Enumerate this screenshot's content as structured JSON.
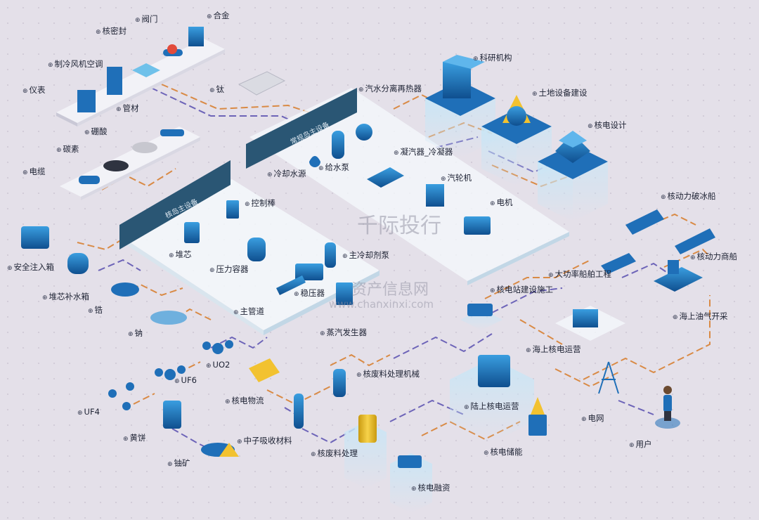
{
  "diagram": {
    "banners": {
      "core_equipment": "核岛主设备",
      "conventional_equipment": "常规岛主设备"
    },
    "labels": {
      "valve": "阀门",
      "alloy": "合金",
      "nuclear_seal": "核密封",
      "hvac_fan": "制冷风机空调",
      "instrument": "仪表",
      "pipe_material": "管材",
      "titanium": "钛",
      "boric_acid": "硼酸",
      "carbon": "碳素",
      "cable": "电缆",
      "steam_separator": "汽水分离再热器",
      "research_institute": "科研机构",
      "civil_construction": "土地设备建设",
      "nuclear_design": "核电设计",
      "condenser": "凝汽器_冷凝器",
      "cooling_water": "冷却水源",
      "feed_pump": "给水泵",
      "turbine": "汽轮机",
      "generator": "电机",
      "control_rod": "控制棒",
      "icebreaker": "核动力破冰船",
      "merchant_ship": "核动力商船",
      "reactor_core": "堆芯",
      "pressure_vessel": "压力容器",
      "main_coolant_pump": "主冷却剂泵",
      "large_ship": "大功率船舶工程",
      "safety_injection_tank": "安全注入箱",
      "core_makeup_tank": "堆芯补水箱",
      "pressurizer": "稳压器",
      "plant_construction": "核电站建设施工",
      "offshore_oil": "海上油气开采",
      "zirconium": "锆",
      "main_pipe": "主管道",
      "steam_generator": "蒸汽发生器",
      "offshore_operation": "海上核电运营",
      "sodium": "钠",
      "uo2": "UO2",
      "waste_machinery": "核废料处理机械",
      "uf6": "UF6",
      "logistics": "核电物流",
      "onshore_operation": "陆上核电运营",
      "uf4": "UF4",
      "grid": "电网",
      "yellowcake": "黄饼",
      "neutron_absorber": "中子吸收材料",
      "user": "用户",
      "uranium_ore": "铀矿",
      "waste_treatment": "核废料处理",
      "energy_storage": "核电储能",
      "finance": "核电融资"
    },
    "watermarks": {
      "brand": "千际投行",
      "site_cn": "资产信息网",
      "site_url": "www.chanxinxi.com"
    },
    "colors": {
      "background": "#e4e0e9",
      "platform_blue": "#1f6fb8",
      "banner": "#2a5674",
      "line_orange": "#d98a45",
      "line_purple": "#6d64b8"
    }
  }
}
